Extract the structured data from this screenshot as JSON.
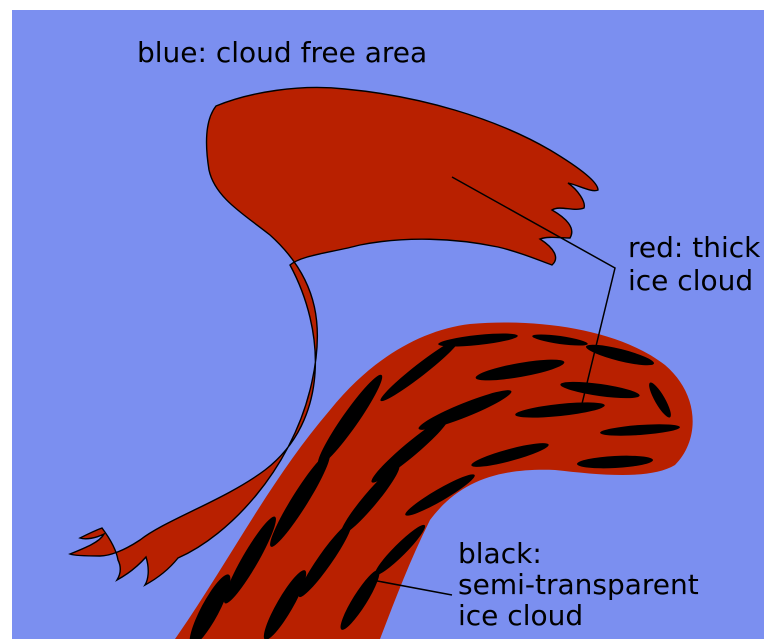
{
  "colors": {
    "background": "#ffffff",
    "cloud_free": "#7b8ff0",
    "thick_ice_cloud": "#b82000",
    "semi_transparent": "#000000"
  },
  "labels": {
    "cloud_free": "blue: cloud free area",
    "thick_line1": "red: thick",
    "thick_line2": "ice cloud",
    "semi_line1": "black:",
    "semi_line2": "semi-transparent",
    "semi_line3": "ice cloud"
  }
}
